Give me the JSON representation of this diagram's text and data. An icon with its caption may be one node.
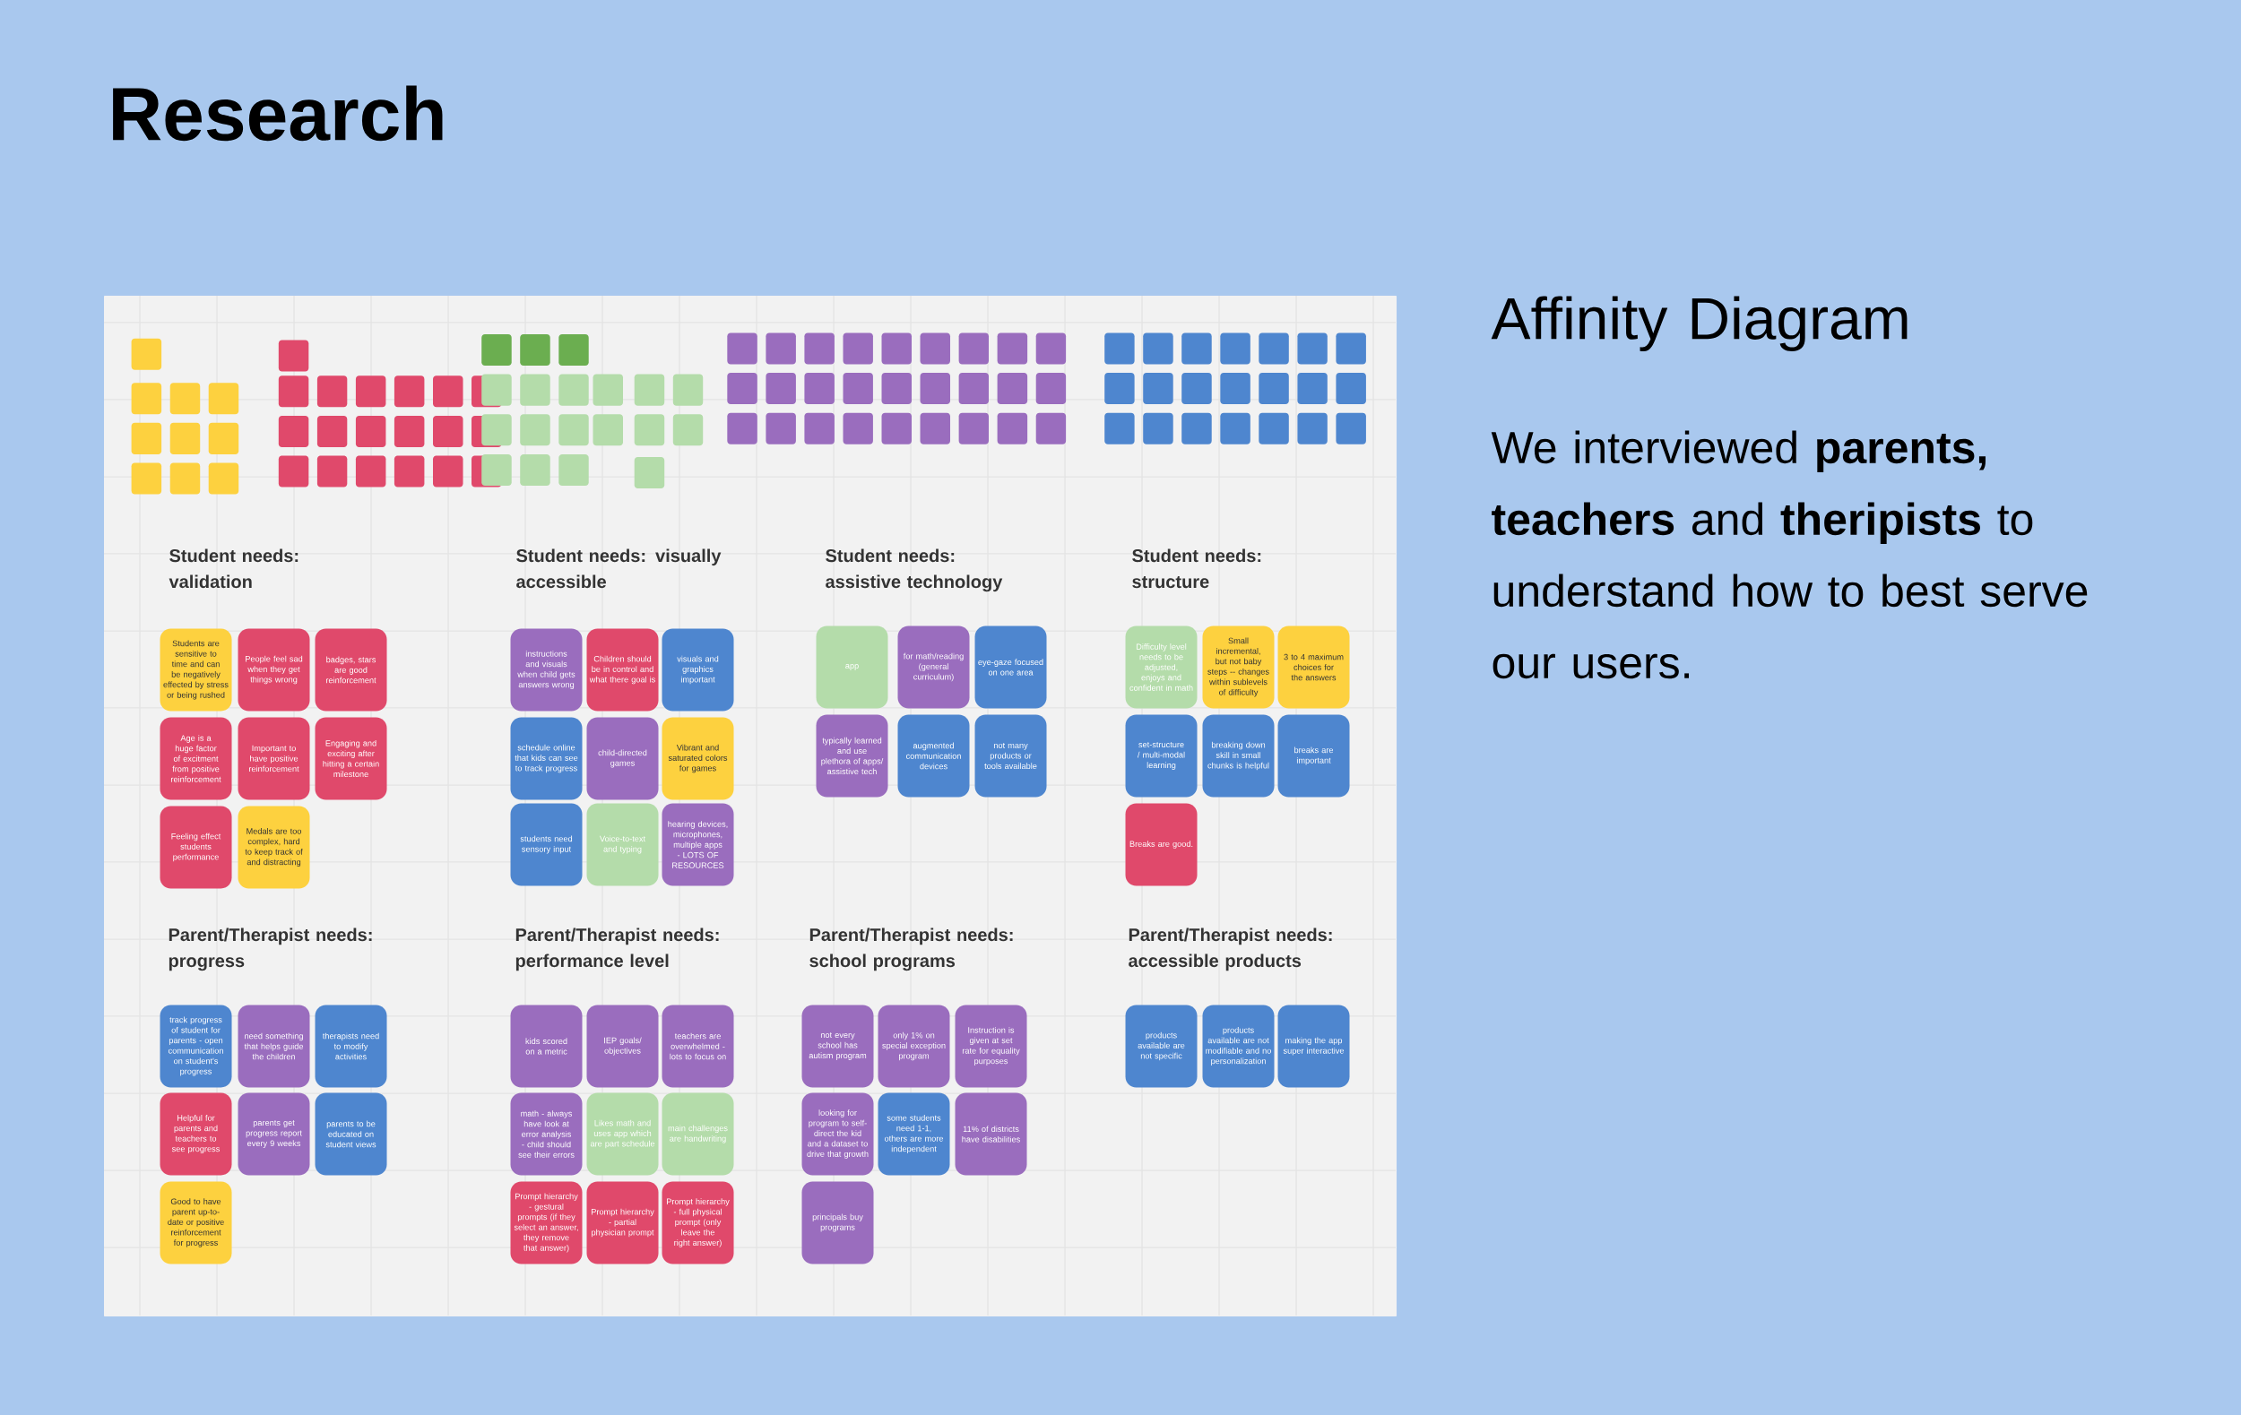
{
  "diagram": {
    "title": "Research",
    "nodes": [
      {
        "text": [],
        "shape": "box"
      },
      {
        "text": [
          "Students are sensitive to time and can be negatively effected by stress or being rushed"
        ],
        "in": 0
      },
      {
        "text": [
          "People feel sad when they get things wrong"
        ],
        "in": 0
      },
      {
        "text": [
          "badges, stars are good reinforcement"
        ],
        "in": 0
      },
      {
        "text": [
          "Age is a huge factor of excitment from positive reinforcement"
        ],
        "in": 0
      },
      {
        "text": [
          "Important to have positive reinforcement"
        ],
        "in": 0
      },
      {
        "text": [
          "Engaging and exciting after hitting a certain milestone"
        ],
        "in": 0
      },
      {
        "text": [
          "Feeling effect students performance"
        ],
        "in": 0
      },
      {
        "text": [
          "Medals are too complex, hard to keep track of and distracting"
        ],
        "in": 0
      },
      {
        "text": [
          "instructions and visuals when child gets answers wrong"
        ],
        "in": 0
      },
      {
        "text": [
          "Children should be in control and what there goal is"
        ],
        "in": 0
      },
      {
        "text": [
          "visuals and graphics important"
        ],
        "in": 0
      },
      {
        "text": [
          "schedule online that kids can see to track progress"
        ],
        "in": 0
      },
      {
        "text": [
          "child-directed games"
        ],
        "in": 0
      },
      {
        "text": [
          "Vibrant and saturated colors for games"
        ],
        "in": 0
      },
      {
        "text": [
          "students need sensory input"
        ],
        "in": 0
      },
      {
        "text": [
          "Voice-to-text and typing"
        ],
        "in": 0
      },
      {
        "text": [
          "hearing devices, microphones, multiple apps - LOTS OF RESOURCES"
        ],
        "in": 0
      },
      {
        "text": [
          "app"
        ],
        "in": 0
      },
      {
        "text": [
          "for math/reading (general curriculum)"
        ],
        "in": 0
      },
      {
        "text": [
          "eye-gaze focused on one area"
        ],
        "in": 0
      },
      {
        "text": [
          "typically learned and use plethora of apps/ assistive tech"
        ],
        "in": 0
      },
      {
        "text": [
          "augmented communication devices"
        ],
        "in": 0
      },
      {
        "text": [
          "not many products or tools available"
        ],
        "in": 0
      },
      {
        "text": [
          "Difficulty level needs to be adjusted, enjoys and confident in math"
        ],
        "in": 0
      },
      {
        "text": [
          "Small incremental, but not baby steps -- changes within sublevels of difficulty"
        ],
        "in": 0
      },
      {
        "text": [
          "3 to 4 maximum choices for the answers"
        ],
        "in": 0
      },
      {
        "text": [
          "set-structure / multi-modal learning"
        ],
        "in": 0
      },
      {
        "text": [
          "breaking down skill in small chunks is helpful"
        ],
        "in": 0
      },
      {
        "text": [
          "breaks are important"
        ],
        "in": 0
      },
      {
        "text": [
          "Breaks are good."
        ],
        "in": 0
      },
      {
        "text": [
          "track progress of student for parents - open communication on student's progress"
        ],
        "in": 0
      },
      {
        "text": [
          "need something that helps guide the children"
        ],
        "in": 0
      },
      {
        "text": [
          "therapists need to modify activities"
        ],
        "in": 0
      },
      {
        "text": [
          "Helpful for parents and teachers to see progress"
        ],
        "in": 0
      },
      {
        "text": [
          "parents get progress report every 9 weeks"
        ],
        "in": 0
      },
      {
        "text": [
          "parents to be educated on student views"
        ],
        "in": 0
      },
      {
        "text": [
          "Good to have parent up-to-date or positive reinforcement for progress"
        ],
        "in": 0
      },
      {
        "text": [
          "kids scored on a metric"
        ],
        "in": 0
      },
      {
        "text": [
          "IEP goals/ objectives"
        ],
        "in": 0
      },
      {
        "text": [
          "teachers are overwhelmed - lots to focus on"
        ],
        "in": 0
      },
      {
        "text": [
          "math - always have look at error analysis - child should see their errors"
        ],
        "in": 0
      },
      {
        "text": [
          "Likes math and uses app which are part schedule"
        ],
        "in": 0
      },
      {
        "text": [
          "main challenges are handwriting"
        ],
        "in": 0
      },
      {
        "text": [
          "Prompt hierarchy - gestural prompts (if they select an answer, they remove that answer)"
        ],
        "in": 0
      },
      {
        "text": [
          "Prompt hierarchy - partial physician prompt"
        ],
        "in": 0
      },
      {
        "text": [
          "Prompt hierarchy - full physical prompt (only leave the right answer)"
        ],
        "in": 0
      },
      {
        "text": [
          "not every school has autism program"
        ],
        "in": 0
      },
      {
        "text": [
          "only 1% on special exception program"
        ],
        "in": 0
      },
      {
        "text": [
          "Instruction is given at set rate for equality purposes"
        ],
        "in": 0
      },
      {
        "text": [
          "looking for program to self-direct the kid and a dataset to drive that growth"
        ],
        "in": 0
      },
      {
        "text": [
          "some students need 1-1, others are more independent"
        ],
        "in": 0
      },
      {
        "text": [
          "11% of districts have disabilities"
        ],
        "in": 0
      },
      {
        "text": [
          "principals buy programs"
        ],
        "in": 0
      },
      {
        "text": [
          "products available are not specific"
        ],
        "in": 0
      },
      {
        "text": [
          "products available are not modifiable and no personalization"
        ],
        "in": 0
      },
      {
        "text": [
          "making the app super interactive"
        ],
        "in": 0
      }
    ],
    "labels": [
      "Affinity Diagram",
      "We interviewed **parents, teachers** and **theripists** to understand how to best serve our users.",
      "Student needs: validation",
      "Student needs: visually accessible",
      "Student needs: assistive technology",
      "Student needs: structure",
      "Parent/Therapist needs: progress",
      "Parent/Therapist needs: performance level",
      "Parent/Therapist needs: school programs",
      "Parent/Therapist needs: accessible products"
    ]
  }
}
